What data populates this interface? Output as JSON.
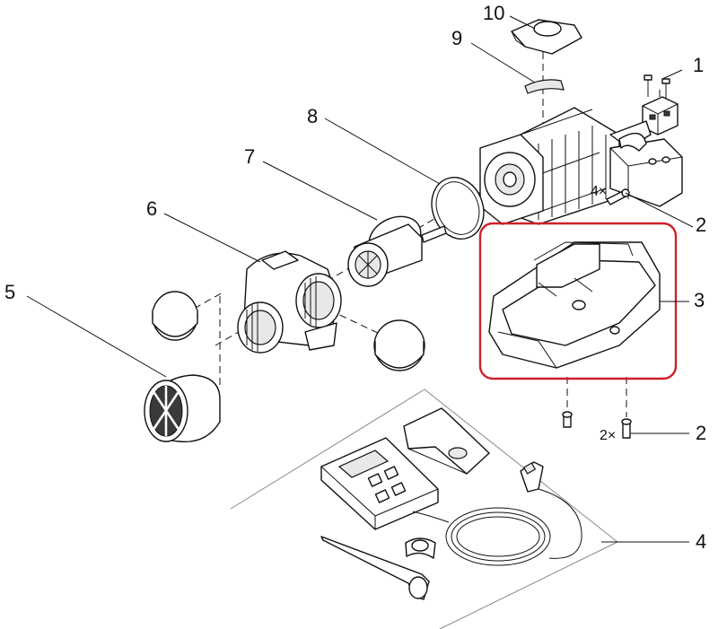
{
  "callouts": {
    "c1": "1",
    "c2a": "2",
    "c2b": "2",
    "c3": "3",
    "c4": "4",
    "c5": "5",
    "c6": "6",
    "c7": "7",
    "c8": "8",
    "c9": "9",
    "c10": "10"
  },
  "quantities": {
    "screws_top": "4×",
    "screws_bottom": "2×"
  },
  "colors": {
    "highlight": "#d0202a",
    "line": "#111111"
  }
}
